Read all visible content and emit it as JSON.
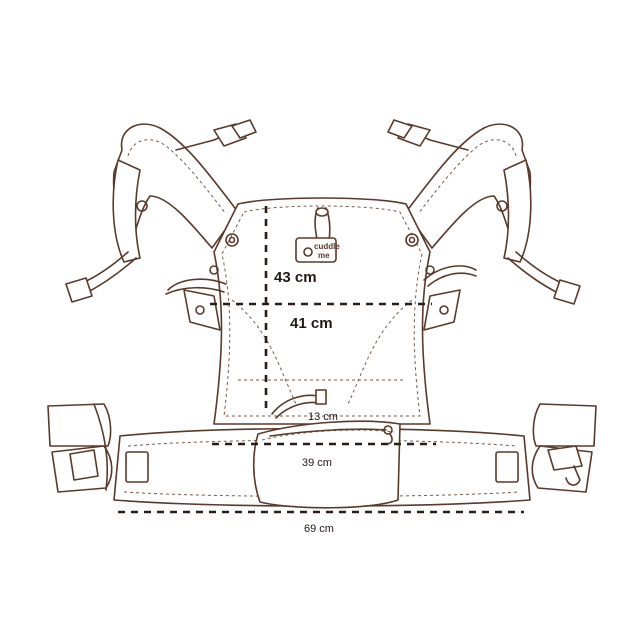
{
  "logo": {
    "line1": "cuddle",
    "line2": "me"
  },
  "dimensions": {
    "height_panel": "43 cm",
    "width_panel": "41 cm",
    "strap_attach": "13 cm",
    "pouch_width": "39 cm",
    "waist_belt": "69 cm"
  },
  "colors": {
    "outline": "#5a3a2a",
    "dimension": "#2a1c16",
    "background": "#ffffff"
  }
}
